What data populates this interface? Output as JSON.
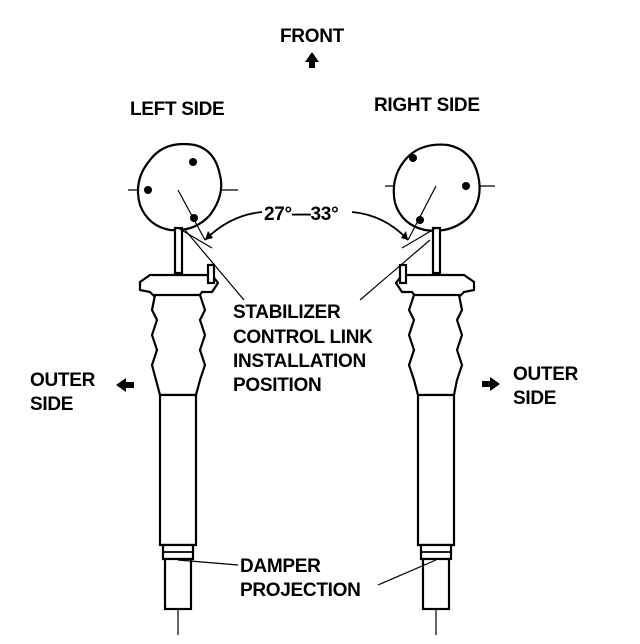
{
  "labels": {
    "front": "FRONT",
    "left_side": "LEFT SIDE",
    "right_side": "RIGHT SIDE",
    "angle": "27°—33°",
    "stabilizer_1": "STABILIZER",
    "stabilizer_2": "CONTROL LINK",
    "stabilizer_3": "INSTALLATION",
    "stabilizer_4": "POSITION",
    "outer_left_1": "OUTER",
    "outer_left_2": "SIDE",
    "outer_right_1": "OUTER",
    "outer_right_2": "SIDE",
    "damper_1": "DAMPER",
    "damper_2": "PROJECTION"
  }
}
